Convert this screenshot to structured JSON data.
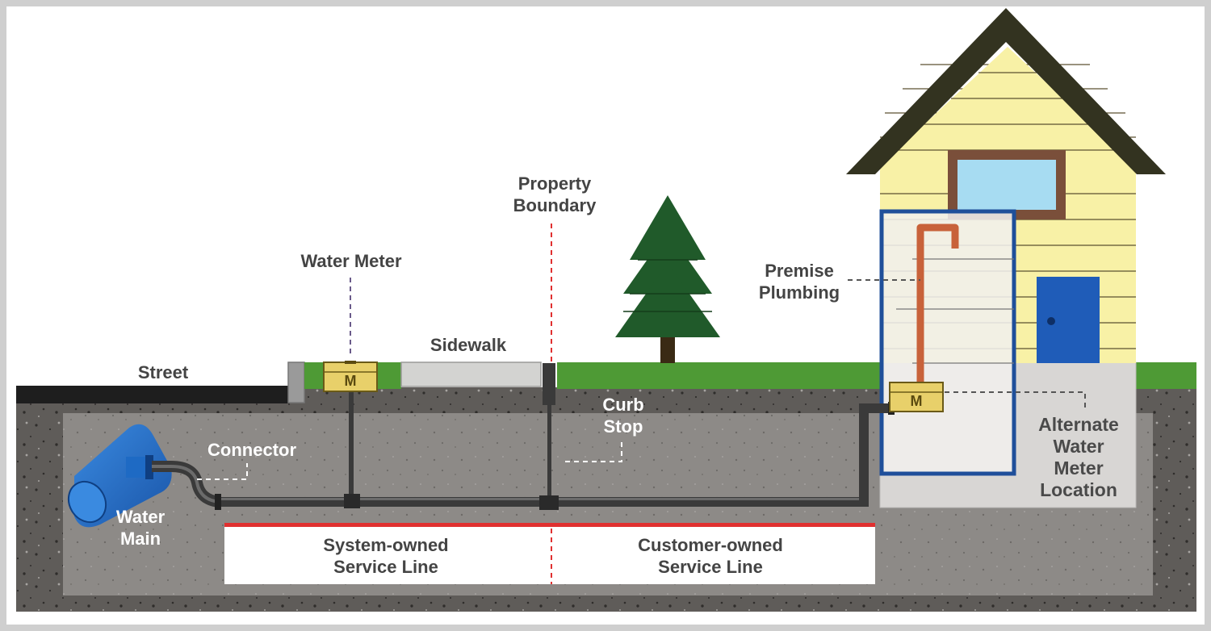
{
  "labels": {
    "street": "Street",
    "water_meter": "Water Meter",
    "sidewalk": "Sidewalk",
    "property_boundary": [
      "Property",
      "Boundary"
    ],
    "premise_plumbing": [
      "Premise",
      "Plumbing"
    ],
    "curb_stop": [
      "Curb",
      "Stop"
    ],
    "connector": "Connector",
    "water_main": [
      "Water",
      "Main"
    ],
    "alternate_meter": [
      "Alternate",
      "Water",
      "Meter",
      "Location"
    ],
    "system_owned": [
      "System-owned",
      "Service Line"
    ],
    "customer_owned": [
      "Customer-owned",
      "Service Line"
    ],
    "meter_symbol": "M"
  },
  "colors": {
    "soil": "#5f5c59",
    "trench": "#8d8a87",
    "grass": "#4e9a35",
    "house_siding": "#f8f1a6",
    "roof": "#333320",
    "door": "#1f5cb8",
    "pipe": "#3a3a3a",
    "copper": "#c8623a",
    "blue_box": "#1f4f9a",
    "water_main": "#1e6ac4",
    "boundary_red": "#e03030",
    "tree": "#205a2a"
  }
}
